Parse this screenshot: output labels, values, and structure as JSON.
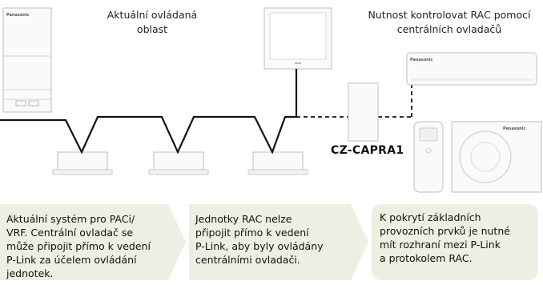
{
  "headings": {
    "left_line1": "Aktuální ovládaná",
    "left_line2": "oblast",
    "right_line1": "Nutnost kontrolovat RAC pomocí",
    "right_line2": "centrálních ovladačů"
  },
  "adapter_label": "CZ-CAPRA1",
  "brand_logo": "Panasonic",
  "boxes": [
    {
      "lines": [
        "Aktuální systém pro PACi/",
        "VRF. Centrální ovladač se",
        "může připojit přímo k vedení",
        "P-Link za účelem ovládání",
        "jednotek."
      ]
    },
    {
      "lines": [
        "Jednotky RAC nelze",
        "připojit přímo k vedení",
        "P-Link, aby byly ovládány",
        "centrálními ovladači."
      ]
    },
    {
      "lines": [
        "K pokrytí základních",
        "provozních prvků je nutné",
        "mít rozhraní mezi P-Link",
        "a protokolem RAC."
      ]
    }
  ],
  "colors": {
    "box_fill": "#ecf0e2",
    "line": "#111111",
    "device_outline": "#c9c9c9"
  }
}
